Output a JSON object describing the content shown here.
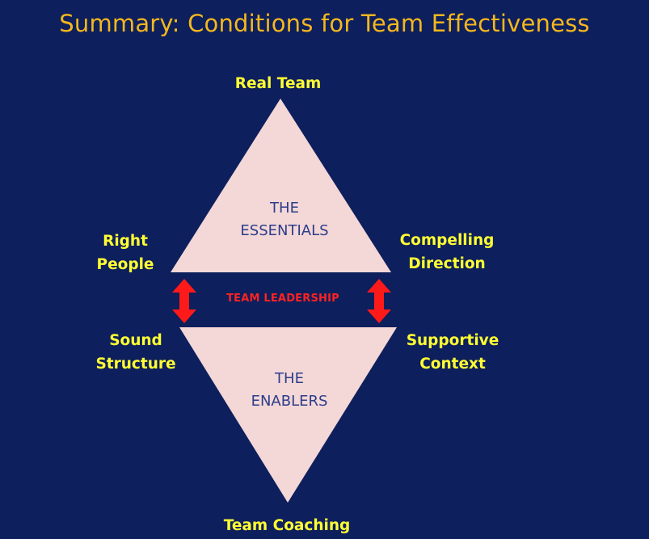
{
  "title": "Summary:  Conditions for Team Effectiveness",
  "diagram": {
    "top_label": "Real Team",
    "bottom_label": "Team Coaching",
    "upper_left_label": "Right\nPeople",
    "upper_right_label": "Compelling\nDirection",
    "lower_left_label": "Sound\nStructure",
    "lower_right_label": "Supportive\nContext",
    "upper_triangle_text": "THE\nESSENTIALS",
    "lower_triangle_text": "THE\nENABLERS",
    "middle_label": "TEAM LEADERSHIP"
  },
  "colors": {
    "background": "#0d1f5c",
    "title": "#f5b71e",
    "labels": "#ffff33",
    "triangle_fill": "#f4d7d7",
    "triangle_text": "#2b3e8a",
    "arrows": "#ff1a1a"
  }
}
